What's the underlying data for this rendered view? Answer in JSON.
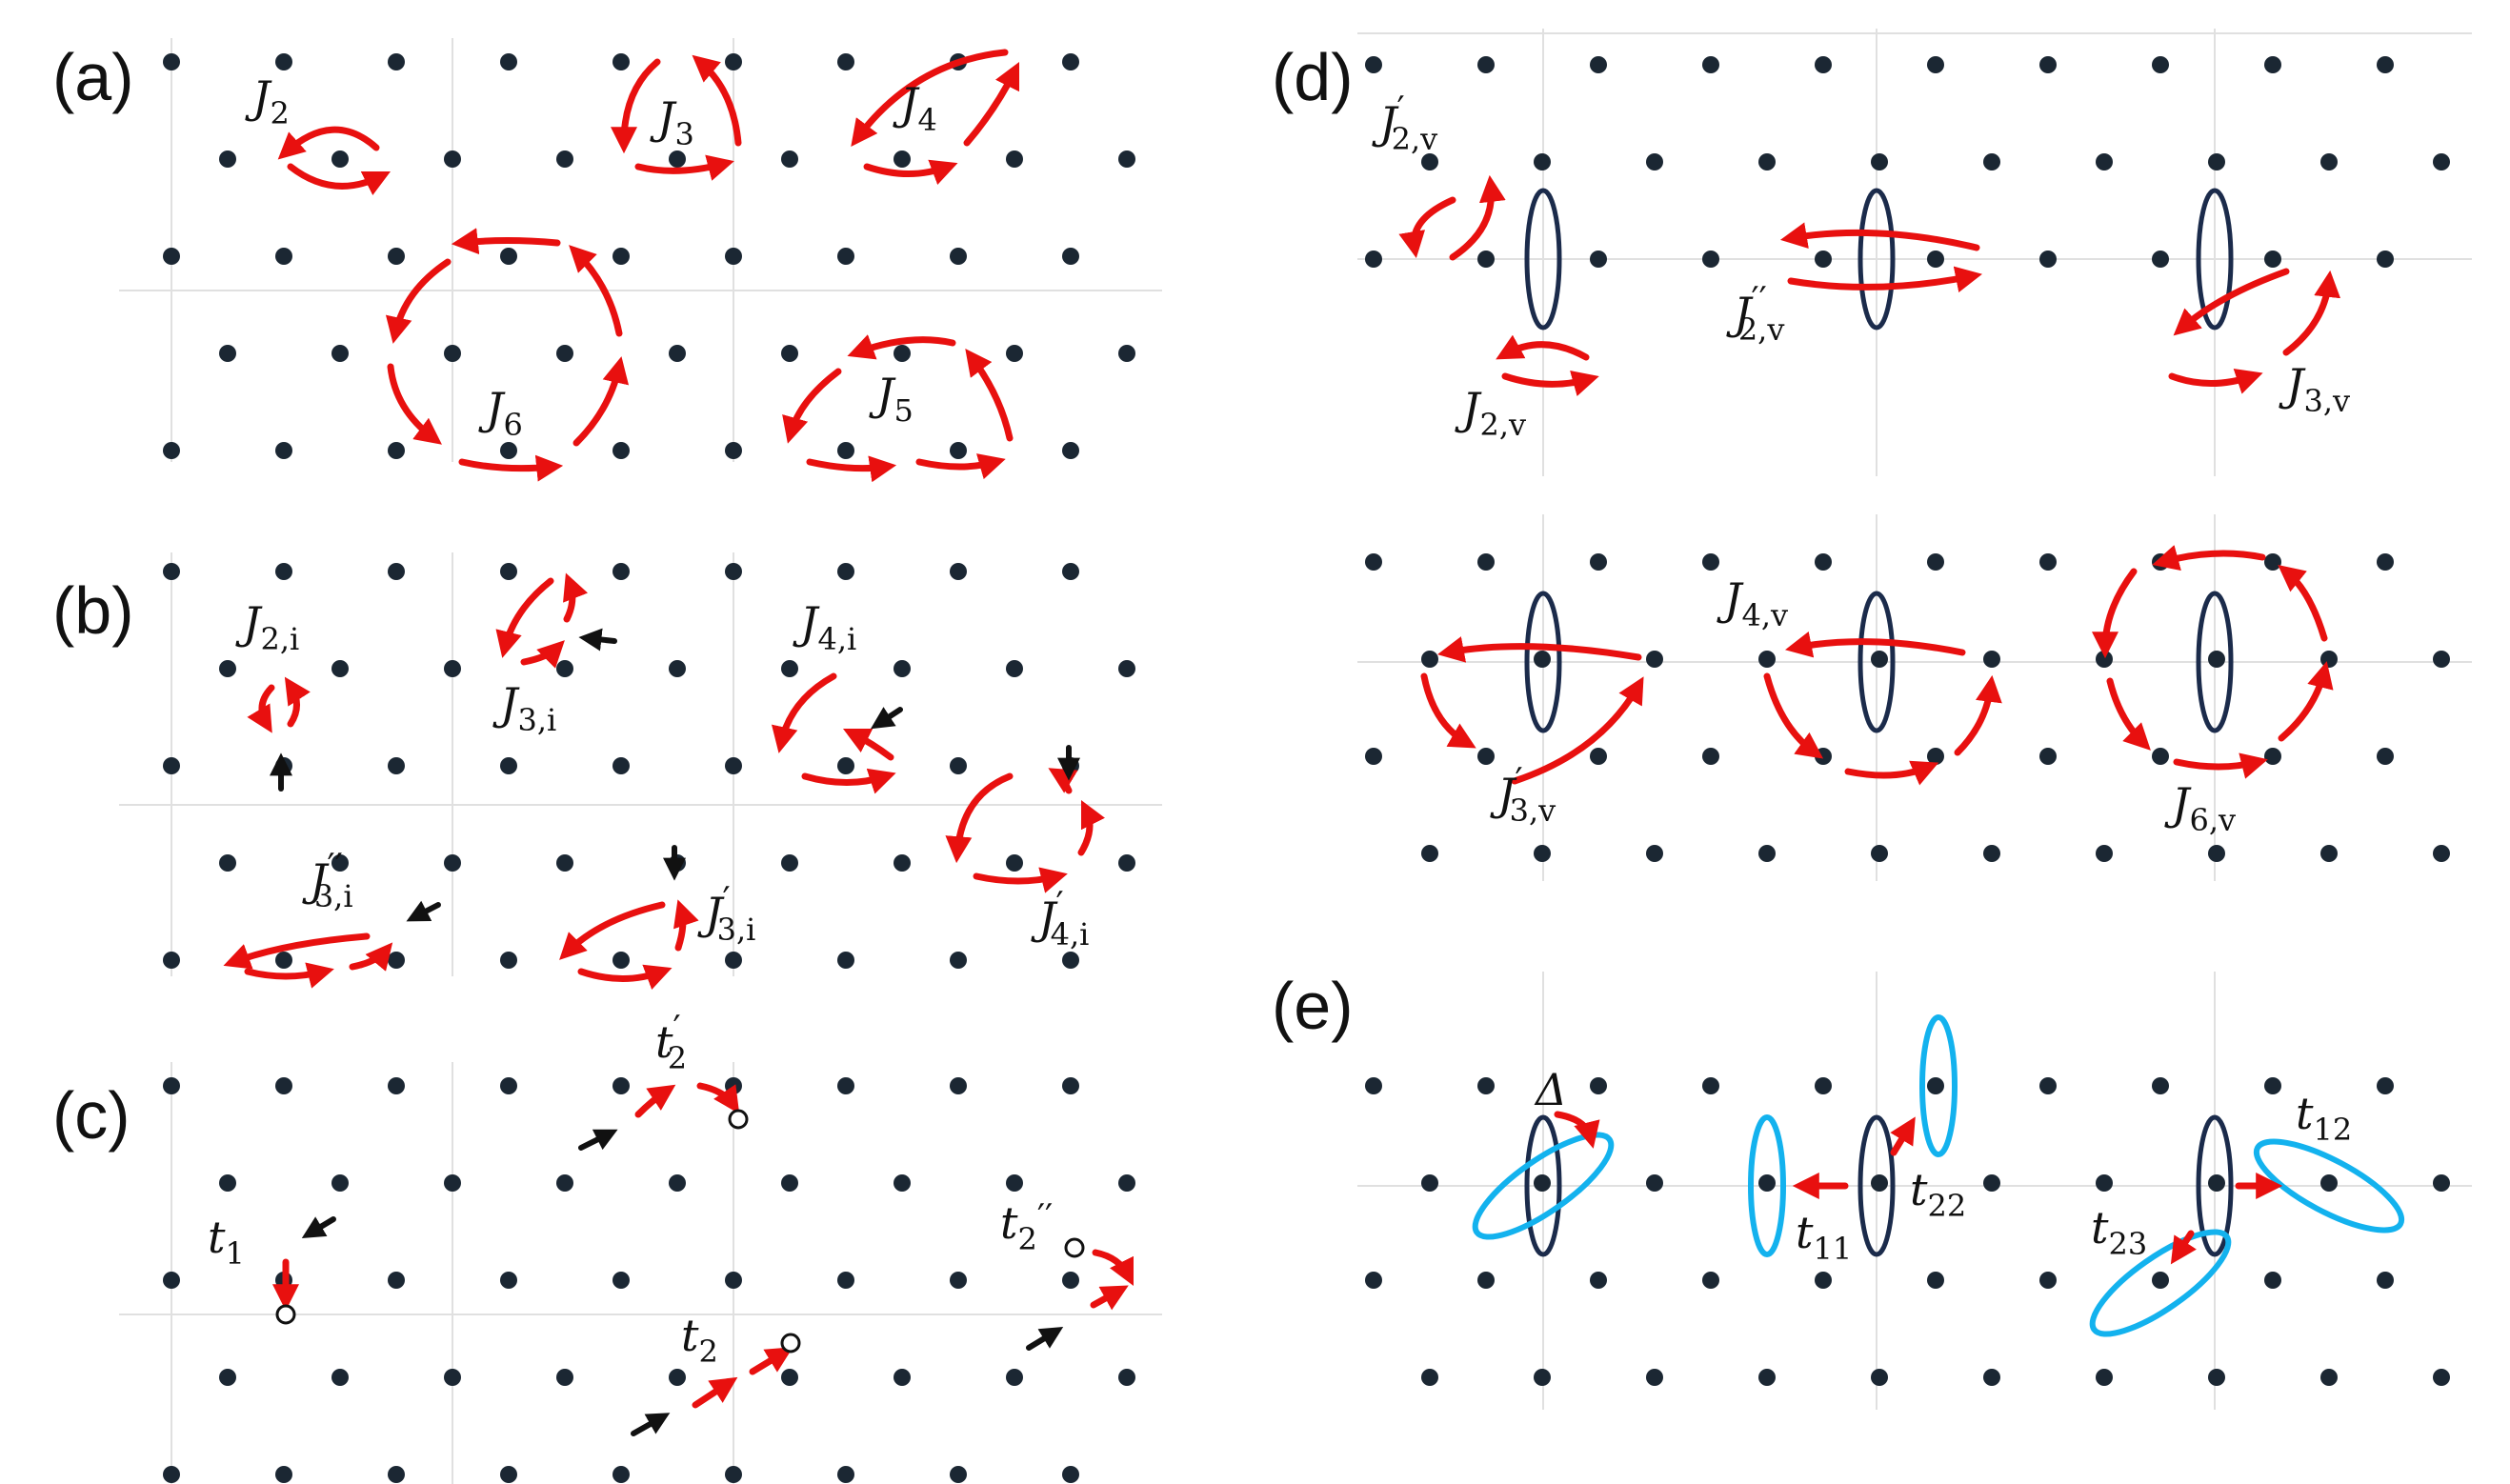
{
  "panels": {
    "a": "(a)",
    "b": "(b)",
    "c": "(c)",
    "d": "(d)",
    "e": "(e)"
  },
  "labels": {
    "a": {
      "J2": {
        "main": "J",
        "sub": "2",
        "prime": ""
      },
      "J3": {
        "main": "J",
        "sub": "3",
        "prime": ""
      },
      "J4": {
        "main": "J",
        "sub": "4",
        "prime": ""
      },
      "J5": {
        "main": "J",
        "sub": "5",
        "prime": ""
      },
      "J6": {
        "main": "J",
        "sub": "6",
        "prime": ""
      }
    },
    "b": {
      "J2i": {
        "main": "J",
        "sub": "2,i",
        "prime": ""
      },
      "J3i": {
        "main": "J",
        "sub": "3,i",
        "prime": ""
      },
      "J4i": {
        "main": "J",
        "sub": "4,i",
        "prime": ""
      },
      "J3ipp": {
        "main": "J",
        "sub": "3,i",
        "prime": "′′"
      },
      "J3ip": {
        "main": "J",
        "sub": "3,i",
        "prime": "′"
      },
      "J4ip": {
        "main": "J",
        "sub": "4,i",
        "prime": "′"
      }
    },
    "c": {
      "t1": {
        "main": "t",
        "sub": "1",
        "prime": ""
      },
      "t2p": {
        "main": "t",
        "sub": "2",
        "prime": "′"
      },
      "t2": {
        "main": "t",
        "sub": "2",
        "prime": ""
      },
      "t2pp": {
        "main": "t",
        "sub": "2",
        "prime": "′′"
      }
    },
    "d": {
      "J2vp": {
        "main": "J",
        "sub": "2,v",
        "prime": "′"
      },
      "J2v": {
        "main": "J",
        "sub": "2,v",
        "prime": ""
      },
      "J2vpp": {
        "main": "J",
        "sub": "2,v",
        "prime": "′′"
      },
      "J3v": {
        "main": "J",
        "sub": "3,v",
        "prime": ""
      },
      "J3vp": {
        "main": "J",
        "sub": "3,v",
        "prime": "′"
      },
      "J4v": {
        "main": "J",
        "sub": "4,v",
        "prime": ""
      },
      "J6v": {
        "main": "J",
        "sub": "6,v",
        "prime": ""
      }
    },
    "e": {
      "Delta": {
        "main": "Δ",
        "sub": "",
        "prime": ""
      },
      "t11": {
        "main": "t",
        "sub": "11",
        "prime": ""
      },
      "t22": {
        "main": "t",
        "sub": "22",
        "prime": ""
      },
      "t12": {
        "main": "t",
        "sub": "12",
        "prime": ""
      },
      "t23": {
        "main": "t",
        "sub": "23",
        "prime": ""
      }
    }
  },
  "colors": {
    "lattice_site": "#1b2733",
    "hopping_arrow": "#e8100f",
    "marker_arrow": "#111111",
    "vortex_dark": "#1b2b4b",
    "vortex_light": "#13b2ee"
  }
}
